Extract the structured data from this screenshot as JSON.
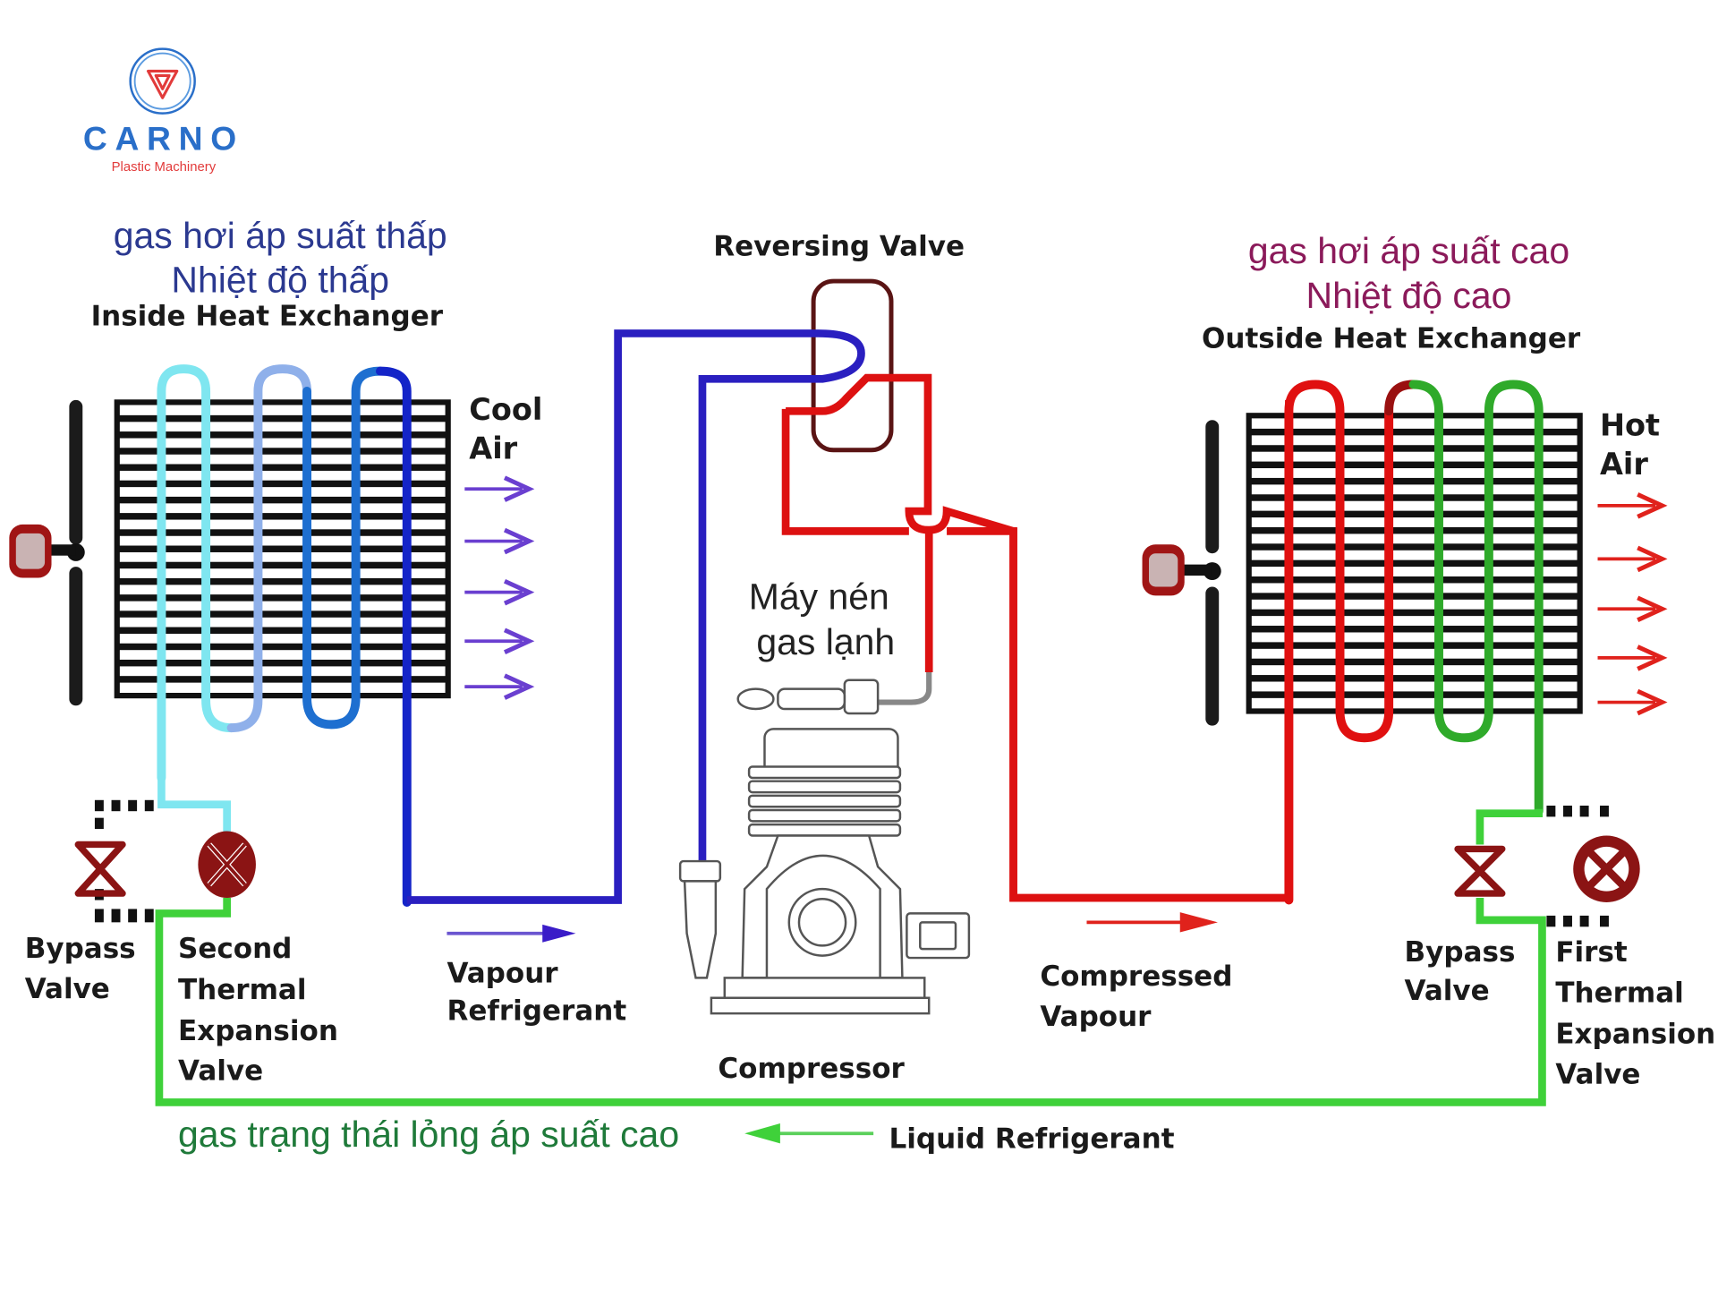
{
  "logo": {
    "brand": "CARNO",
    "tagline": "Plastic Machinery",
    "colors": {
      "brand": "#2a6fc9",
      "tagline": "#e23b3b",
      "emblem_ring": "#2a6fc9",
      "emblem_mark": "#e23b3b"
    }
  },
  "inside_exchanger": {
    "viet_line1": "gas hơi áp suất thấp",
    "viet_line2": "Nhiệt độ thấp",
    "title": "Inside Heat Exchanger",
    "air_label_1": "Cool",
    "air_label_2": "Air",
    "viet_color": "#2b3990",
    "arrow_color": "#6a3fd0"
  },
  "reversing_valve": {
    "title": "Reversing Valve"
  },
  "outside_exchanger": {
    "viet_line1": "gas hơi áp suất cao",
    "viet_line2": "Nhiệt độ cao",
    "title": "Outside Heat Exchanger",
    "air_label_1": "Hot",
    "air_label_2": "Air",
    "viet_color": "#8b1a5a",
    "arrow_color": "#e0221c"
  },
  "compressor": {
    "viet_line1": "Máy nén",
    "viet_line2": "gas lạnh",
    "title": "Compressor"
  },
  "flows": {
    "vapour_1": "Vapour",
    "vapour_2": "Refrigerant",
    "compressed_1": "Compressed",
    "compressed_2": "Vapour",
    "liquid": "Liquid Refrigerant",
    "liquid_viet": "gas trạng thái lỏng áp suất cao",
    "liquid_viet_color": "#1f7a3a"
  },
  "left_valves": {
    "bypass_1": "Bypass",
    "bypass_2": "Valve",
    "tev_1": "Second",
    "tev_2": "Thermal",
    "tev_3": "Expansion",
    "tev_4": "Valve"
  },
  "right_valves": {
    "bypass_1": "Bypass",
    "bypass_2": "Valve",
    "tev_1": "First",
    "tev_2": "Thermal",
    "tev_3": "Expansion",
    "tev_4": "Valve"
  },
  "pipe_colors": {
    "low_pressure_vapour": "#2a1fc0",
    "suction": "#3a1cc8",
    "hot_gas": "#dd1111",
    "liquid": "#3fd13a",
    "coil_cyan": "#7fe6f0",
    "coil_light_blue": "#8fb0ea",
    "coil_mid_blue": "#1e6fd0",
    "coil_dark_blue": "#1424c8",
    "coil_red": "#e01010",
    "coil_dark_red": "#9a1010",
    "coil_green": "#2faa2a",
    "valve_body": "#8b1414"
  }
}
